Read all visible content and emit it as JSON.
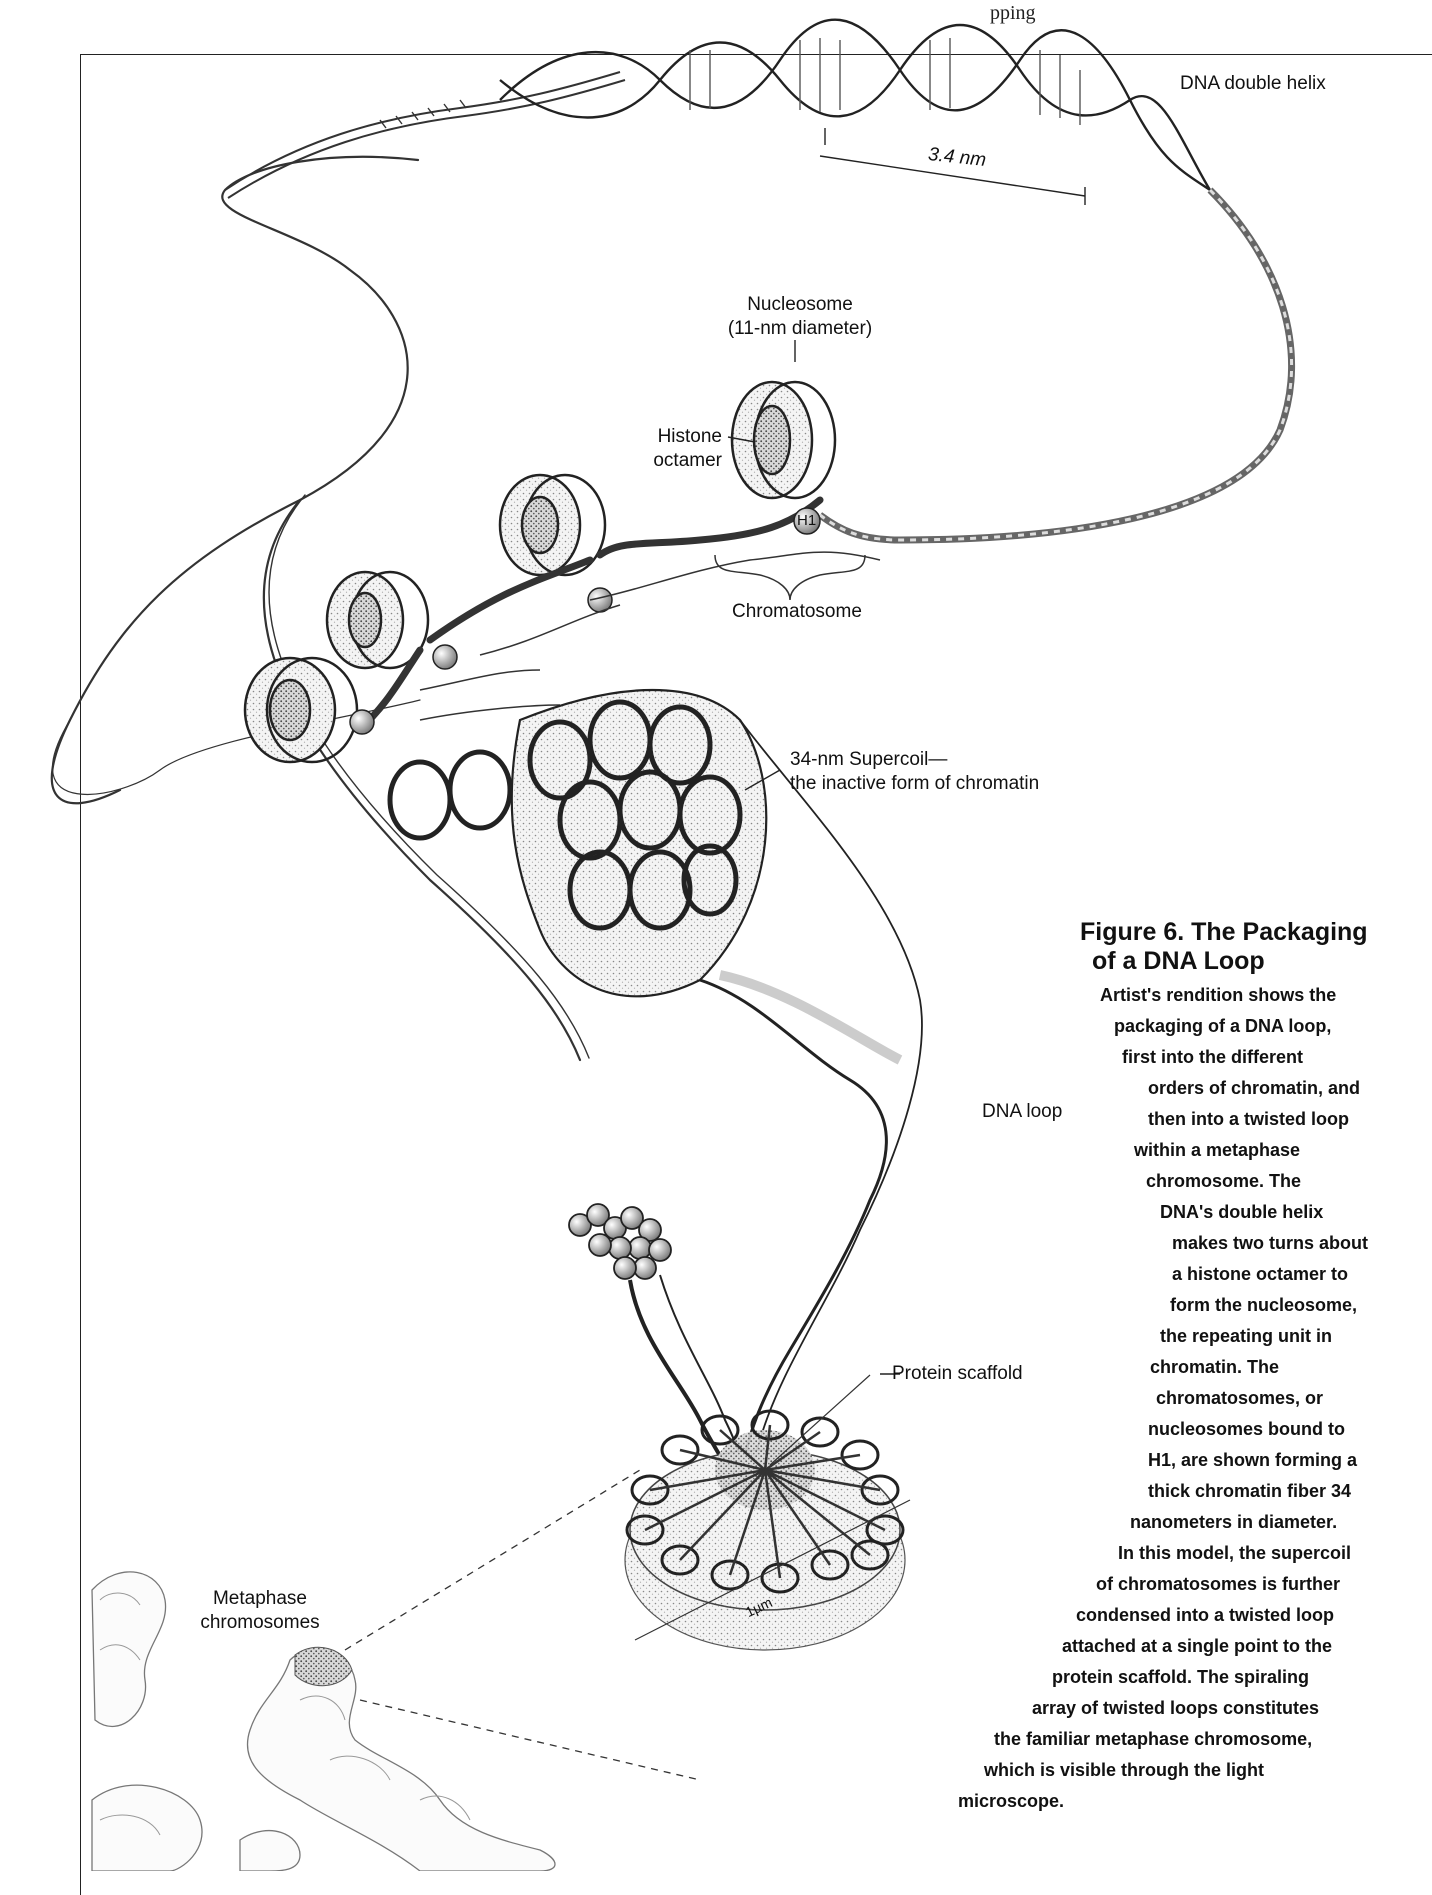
{
  "header_fragment": "pping",
  "labels": {
    "dna_double_helix": "DNA double helix",
    "distance": "3.4 nm",
    "nucleosome": "Nucleosome",
    "nucleosome_diameter": "(11-nm diameter)",
    "histone": "Histone",
    "octamer": "octamer",
    "h1": "H1",
    "chromatosome": "Chromatosome",
    "supercoil_line1": "34-nm Supercoil—",
    "supercoil_line2": "the inactive form of chromatin",
    "dna_loop": "DNA loop",
    "protein_scaffold": "Protein scaffold",
    "metaphase_line1": "Metaphase",
    "metaphase_line2": "chromosomes",
    "scale_mark": "1µm"
  },
  "figure": {
    "title_line1": "Figure 6.  The Packaging",
    "title_line2": "of a DNA Loop",
    "caption_lines": [
      "Artist's rendition shows the",
      "packaging of a DNA loop,",
      "first into the different",
      "orders of chromatin, and",
      "then into a twisted loop",
      "within a metaphase",
      "chromosome.  The",
      "DNA's double helix",
      "makes two turns about",
      "a histone octamer to",
      "form the nucleosome,",
      "the repeating unit in",
      "chromatin.  The",
      "chromatosomes, or",
      "nucleosomes bound to",
      "H1, are shown forming a",
      "thick chromatin fiber 34",
      "nanometers in diameter.",
      "In this model, the supercoil",
      "of chromatosomes is further",
      "condensed into a twisted loop",
      "attached at a single point to the",
      "protein scaffold.  The spiraling",
      "array of twisted loops constitutes",
      "the familiar metaphase chromosome,",
      "which is visible through the light",
      "microscope."
    ]
  }
}
